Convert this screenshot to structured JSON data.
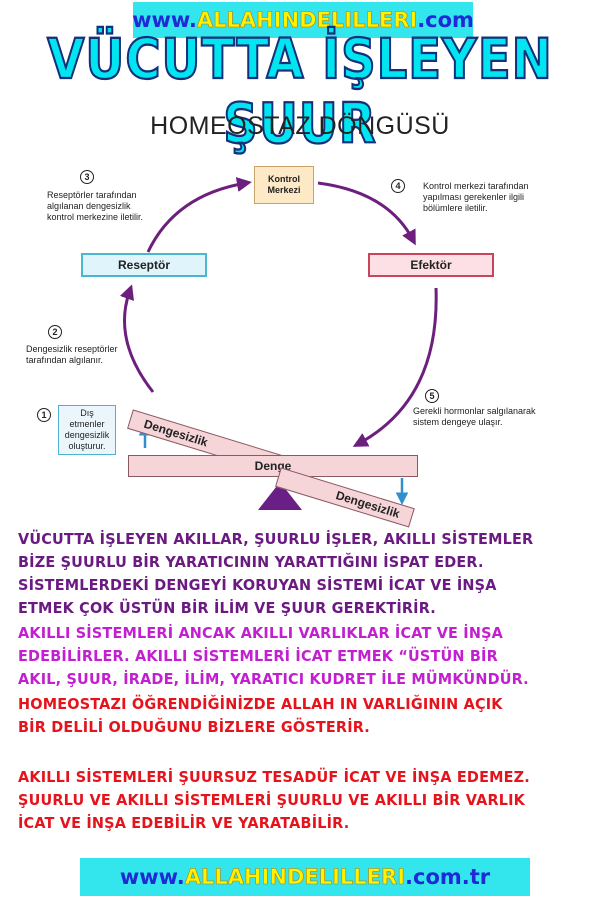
{
  "header": {
    "url_prefix": "www.",
    "url_domain": "ALLAHINDELILLERI",
    "url_suffix": ".com",
    "title": "VÜCUTTA İŞLEYEN  ŞUUR",
    "subtitle": "HOMEOSTAZ DÖNGÜSÜ"
  },
  "diagram": {
    "center": "Kontrol\nMerkezi",
    "receptor": "Reseptör",
    "effector": "Efektör",
    "balance": "Denge",
    "imbalance": "Dengesizlik",
    "steps": [
      {
        "num": "1",
        "text": "Dış etmenler\ndengesizlik\noluşturur."
      },
      {
        "num": "2",
        "text": "Dengesizlik reseptörler\ntarafından algılanır."
      },
      {
        "num": "3",
        "text": "Reseptörler tarafından\nalgılanan dengesizlik\nkontrol merkezine iletilir."
      },
      {
        "num": "4",
        "text": "Kontrol merkezi tarafından\nyapılması gerekenler ilgili\nbölümlere iletilir."
      },
      {
        "num": "5",
        "text": "Gerekli hormonlar salgılanarak\nsistem dengeye ulaşır."
      }
    ]
  },
  "body": {
    "lines_purple": [
      "VÜCUTTA  İŞLEYEN  AKILLAR,  ŞUURLU  İŞLER, AKILLI  SİSTEMLER",
      "BİZE  ŞUURLU  BİR  YARATICININ  YARATTIĞINI  İSPAT EDER.",
      "SİSTEMLERDEKİ  DENGEYİ  KORUYAN SİSTEMİ  İCAT VE  İNŞA",
      "ETMEK  ÇOK ÜSTÜN  BİR İLİM VE ŞUUR  GEREKTİRİR."
    ],
    "lines_magenta": [
      "AKILLI  SİSTEMLERİ  ANCAK  AKILLI  VARLIKLAR İCAT VE İNŞA",
      "EDEBİLİRLER. AKILLI  SİSTEMLERİ  İCAT  ETMEK  “ÜSTÜN BİR",
      "AKIL, ŞUUR, İRADE, İLİM, YARATICI  KUDRET  İLE  MÜMKÜNDÜR."
    ],
    "lines_red_a": [
      "HOMEOSTAZI  ÖĞRENDİĞİNİZDE  ALLAH  IN VARLIĞININ AÇIK",
      "BİR DELİLİ  OLDUĞUNU  BİZLERE GÖSTERİR."
    ],
    "lines_red_b": [
      "AKILLI  SİSTEMLERİ ŞUURSUZ  TESADÜF  İCAT VE İNŞA EDEMEZ.",
      "ŞUURLU  VE  AKILLI  SİSTEMLERİ  ŞUURLU  VE  AKILLI  BİR VARLIK",
      "İCAT  VE  İNŞA  EDEBİLİR   VE   YARATABİLİR."
    ]
  },
  "footer": {
    "url_prefix": "www.",
    "url_domain": "ALLAHINDELILLERI",
    "url_suffix": ".com.tr"
  },
  "colors": {
    "banner": "#33e6ee",
    "title_fill": "#00e5f0",
    "cycle_arrow": "#6d1f7e",
    "purple_text": "#6a1a80",
    "magenta_text": "#c21fd0",
    "red_text": "#e5141c"
  }
}
